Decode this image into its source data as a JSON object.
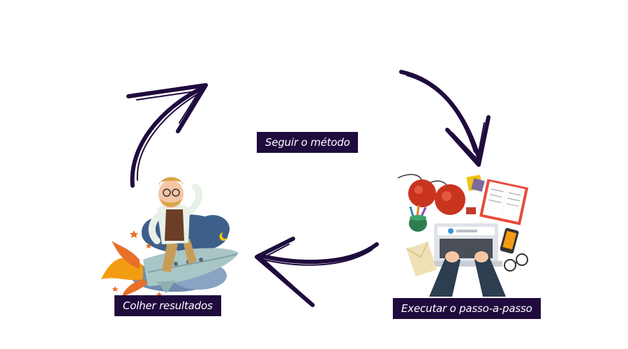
{
  "diagram": {
    "steps": [
      {
        "label": "Seguir o método"
      },
      {
        "label": "Executar o passo-a-passo"
      },
      {
        "label": "Colher resultados"
      }
    ],
    "arrow_color": "#1f0b3d",
    "label_bg_color": "#1f0b3d",
    "label_text_color": "#ffffff",
    "illustrations": [
      "workspace-illustration",
      "rocket-explorer-illustration"
    ]
  }
}
